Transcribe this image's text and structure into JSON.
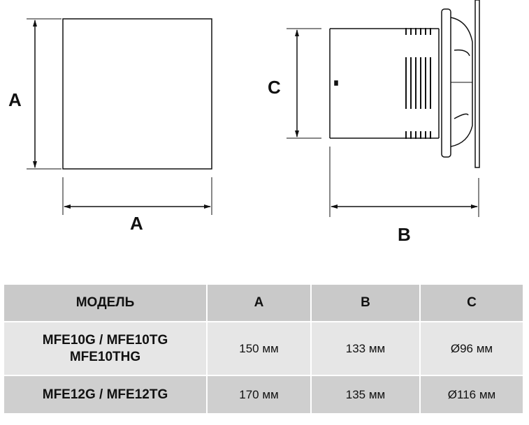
{
  "drawing": {
    "front_view": {
      "width_label": "A",
      "height_label": "A"
    },
    "side_view": {
      "depth_label": "B",
      "diameter_label": "C"
    }
  },
  "table": {
    "headers": [
      "МОДЕЛЬ",
      "A",
      "B",
      "C"
    ],
    "rows": [
      {
        "model_line1": "MFE10G / MFE10TG",
        "model_line2": "MFE10THG",
        "a": "150 мм",
        "b": "133 мм",
        "c": "Ø96 мм"
      },
      {
        "model_line1": "MFE12G / MFE12TG",
        "a": "170 мм",
        "b": "135 мм",
        "c": "Ø116 мм"
      }
    ]
  }
}
